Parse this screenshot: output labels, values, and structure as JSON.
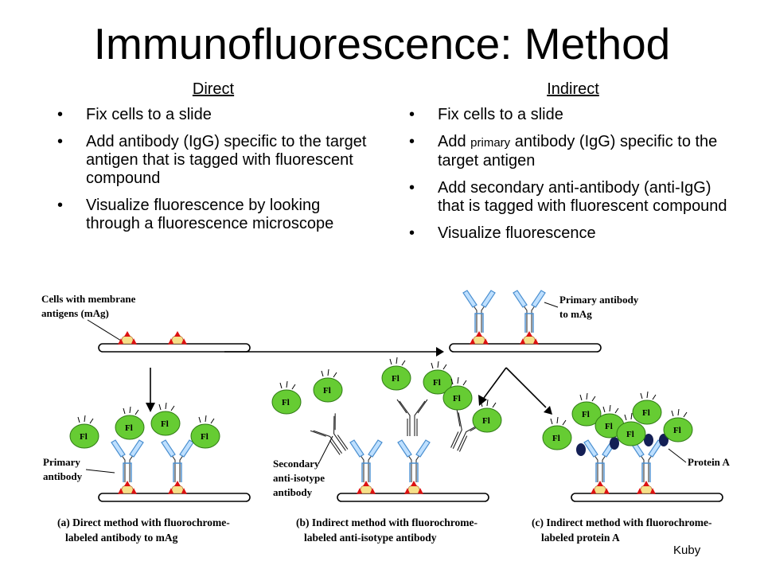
{
  "title": "Immunofluorescence: Method",
  "direct": {
    "heading": "Direct",
    "steps": [
      "Fix cells to a slide",
      "Add antibody (IgG) specific to the target antigen that is tagged with fluorescent compound",
      "Visualize fluorescence by looking through a fluorescence microscope"
    ]
  },
  "indirect": {
    "heading": "Indirect",
    "step1": "Fix cells to a slide",
    "step2_a": "Add",
    "step2_b": "primary",
    "step2_c": "antibody (IgG) specific to the target antigen",
    "step3": "Add secondary anti-antibody (anti-IgG) that is tagged with fluorescent compound",
    "step4": "Visualize fluorescence"
  },
  "figure": {
    "labels": {
      "cells_line1": "Cells with membrane",
      "cells_line2": "antigens (mAg)",
      "primary_top_line1": "Primary antibody",
      "primary_top_line2": "to mAg",
      "primary_line1": "Primary",
      "primary_line2": "antibody",
      "secondary_line1": "Secondary",
      "secondary_line2": "anti-isotype",
      "secondary_line3": "antibody",
      "protein_a": "Protein A",
      "fl": "Fl"
    },
    "captions": {
      "a_line1": "(a) Direct method with fluorochrome-",
      "a_line2": "labeled antibody to mAg",
      "b_line1": "(b) Indirect method with fluorochrome-",
      "b_line2": "labeled anti-isotype antibody",
      "c_line1": "(c) Indirect method with fluorochrome-",
      "c_line2": "labeled protein A"
    },
    "colors": {
      "fluor_green": "#66cc33",
      "antigen_red": "#dd1111",
      "antigen_yellow": "#f5e08a",
      "antibody_blue": "#4a8fd0",
      "protein_a": "#141f55"
    }
  },
  "credit": "Kuby"
}
